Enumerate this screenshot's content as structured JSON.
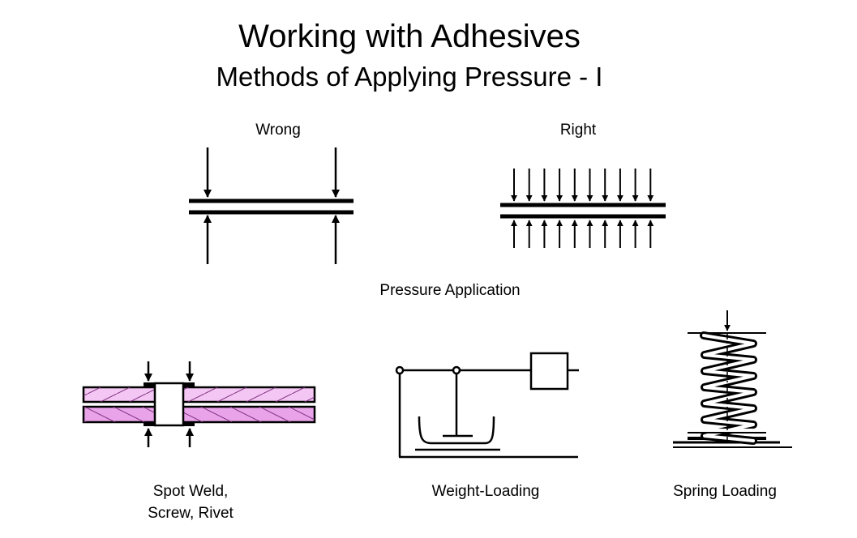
{
  "title": "Working with Adhesives",
  "subtitle": "Methods of Applying Pressure - I",
  "labels": {
    "wrong": "Wrong",
    "right": "Right",
    "pressure_application": "Pressure Application",
    "spot_weld_line1": "Spot Weld,",
    "spot_weld_line2": "Screw, Rivet",
    "weight_loading": "Weight-Loading",
    "spring_loading": "Spring Loading"
  },
  "colors": {
    "plate_fill": "#f3c6f3",
    "plate_fill_lower": "#e9a4e9",
    "plate_hatch": "#7a2a7a",
    "ink": "#000000"
  }
}
